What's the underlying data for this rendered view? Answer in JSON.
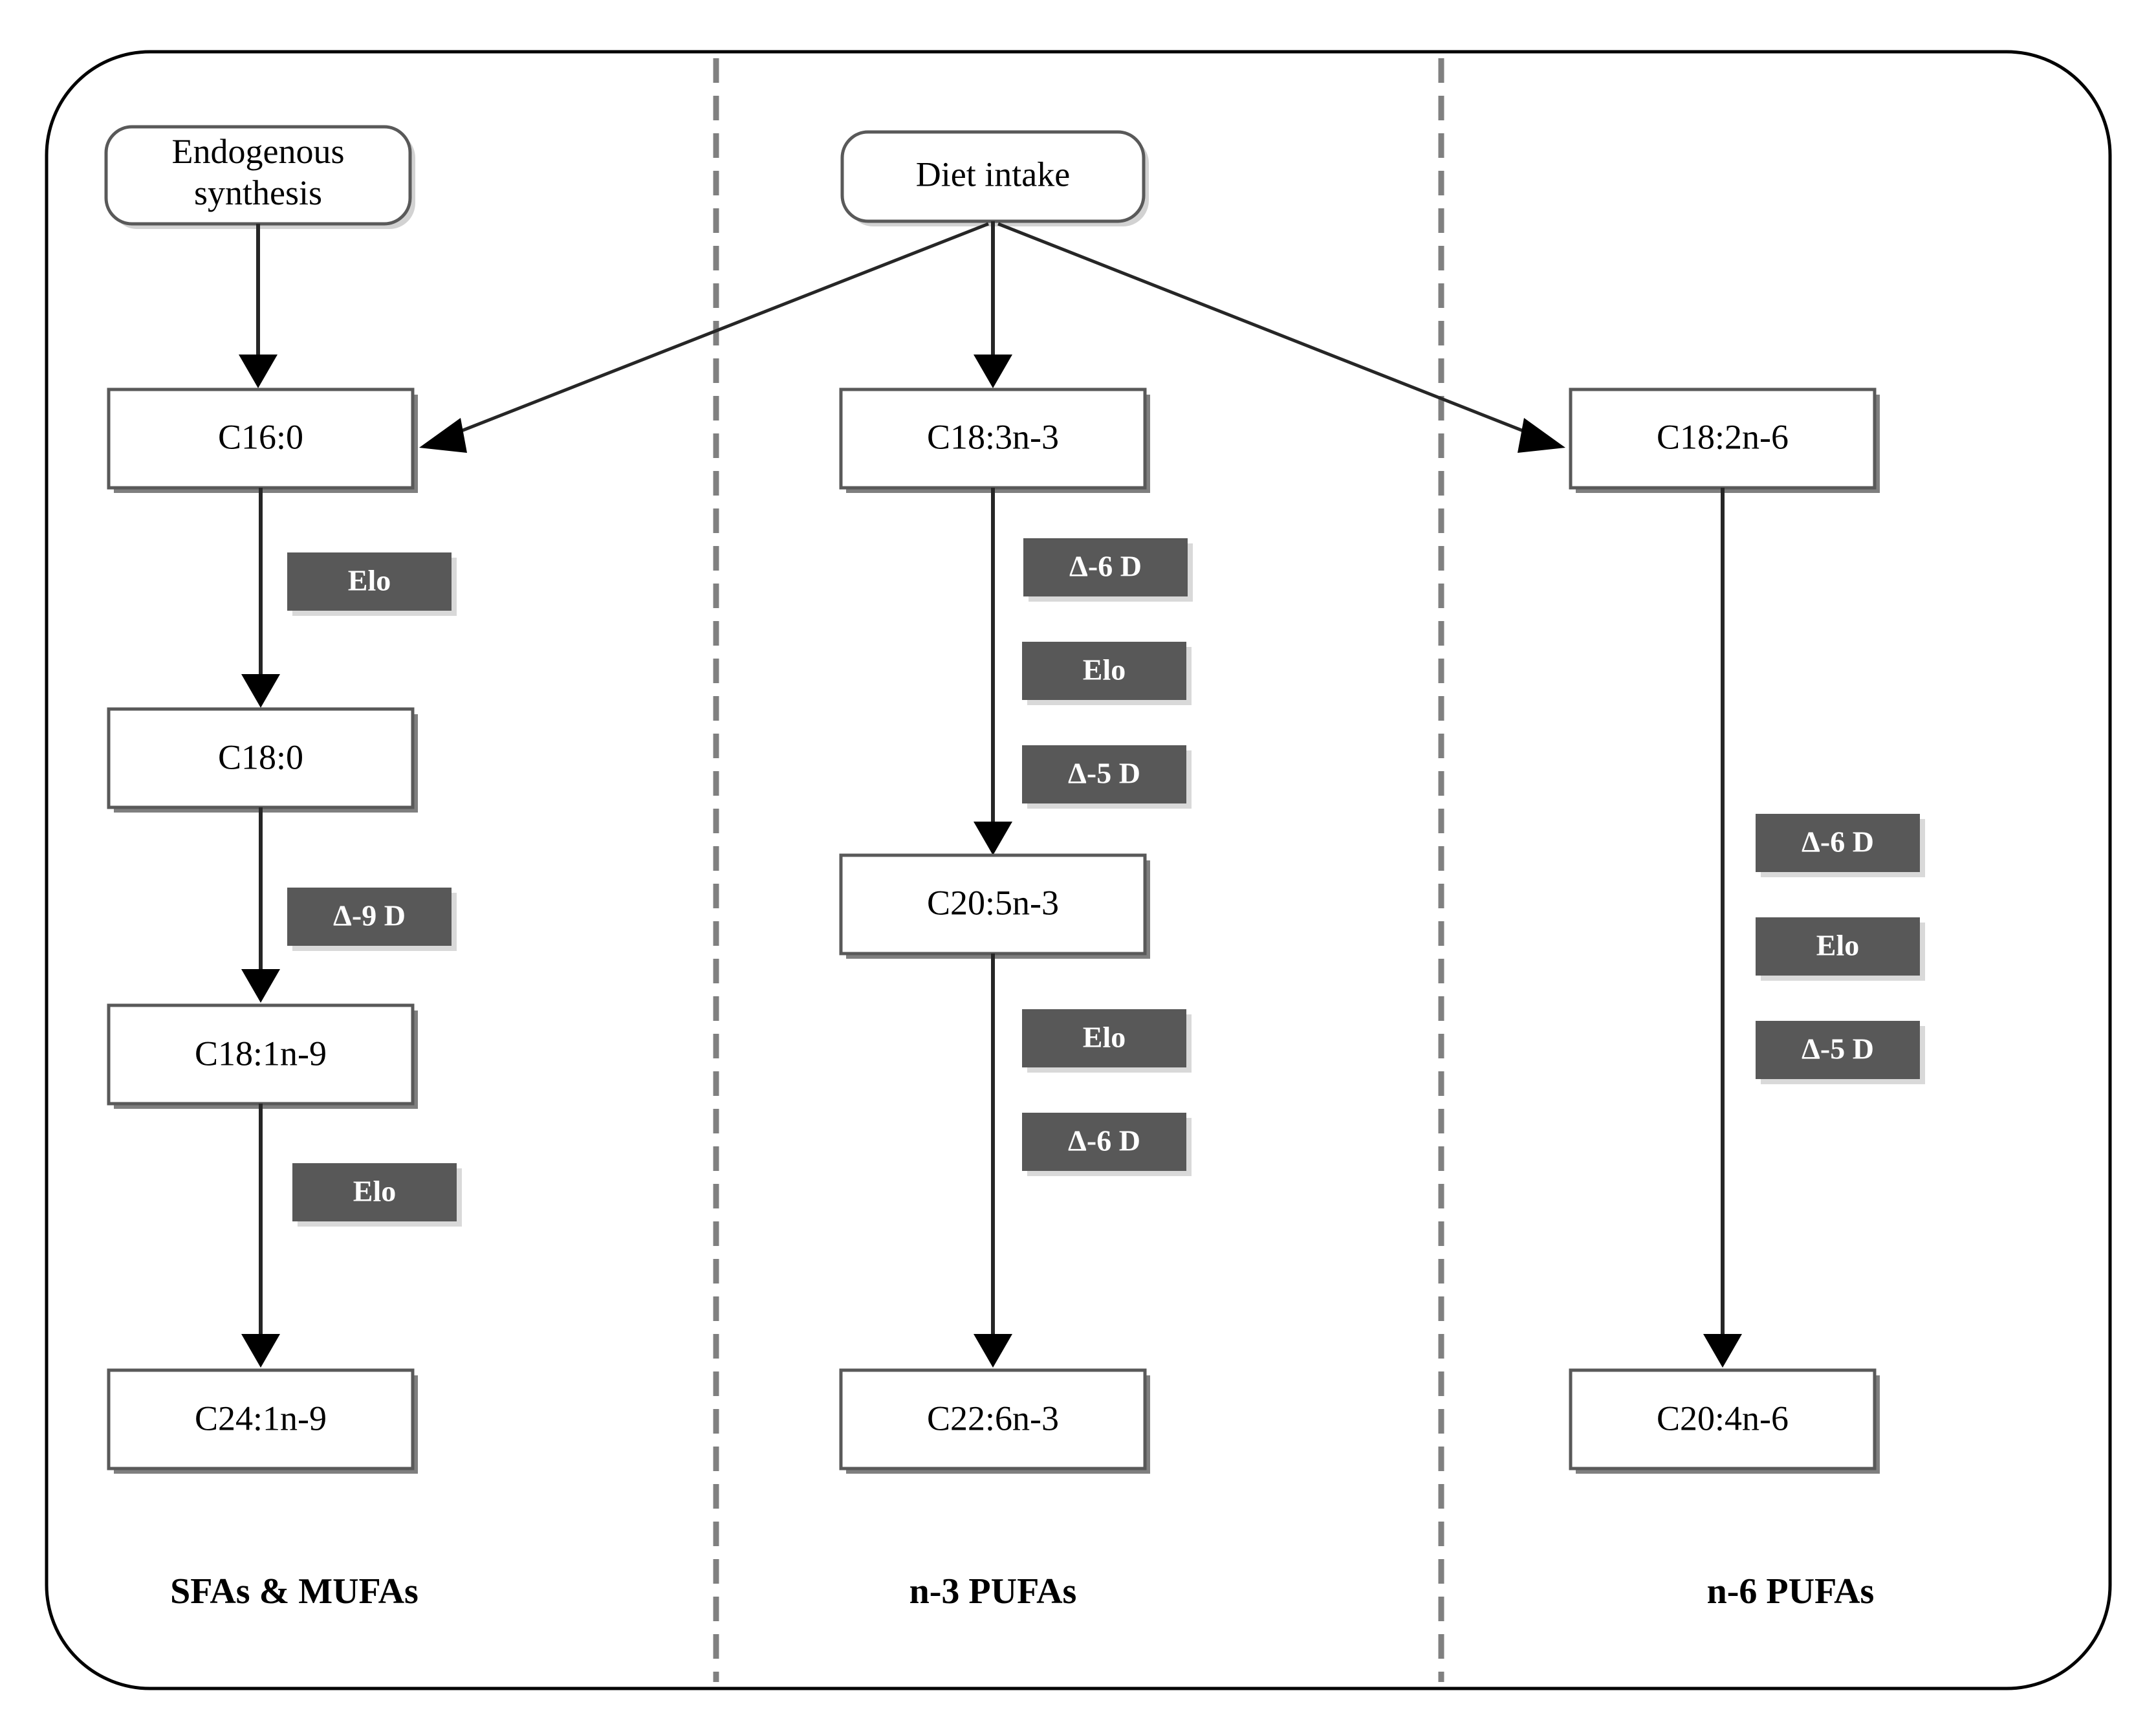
{
  "figure": {
    "type": "flow-diagram",
    "title_visible": false,
    "outer_border": "rounded-rectangle",
    "divider_style": "dashed-vertical",
    "colors": {
      "node_stroke": "#595959",
      "node_fill": "#ffffff",
      "badge_fill": "#585858",
      "badge_text": "#ffffff",
      "arrow": "#000000",
      "divider": "#808080",
      "frame": "#000000"
    }
  },
  "sources": {
    "endogenous": {
      "label_line1": "Endogenous",
      "label_line2": "synthesis",
      "shape": "rounded"
    },
    "diet": {
      "label": "Diet intake",
      "shape": "rounded"
    }
  },
  "columns": [
    {
      "id": "sfa-mufa",
      "group_label": "SFAs & MUFAs",
      "nodes": [
        {
          "id": "c16-0",
          "label": "C16:0"
        },
        {
          "id": "c18-0",
          "label": "C18:0"
        },
        {
          "id": "c18-1n9",
          "label": "C18:1n-9"
        },
        {
          "id": "c24-1n9",
          "label": "C24:1n-9"
        }
      ],
      "steps": [
        {
          "from": "c16-0",
          "to": "c18-0",
          "enzymes": [
            "Elo"
          ]
        },
        {
          "from": "c18-0",
          "to": "c18-1n9",
          "enzymes": [
            "Δ-9 D"
          ]
        },
        {
          "from": "c18-1n9",
          "to": "c24-1n9",
          "enzymes": [
            "Elo"
          ]
        }
      ]
    },
    {
      "id": "n3-pufa",
      "group_label": "n-3 PUFAs",
      "nodes": [
        {
          "id": "c18-3n3",
          "label": "C18:3n-3"
        },
        {
          "id": "c20-5n3",
          "label": "C20:5n-3"
        },
        {
          "id": "c22-6n3",
          "label": "C22:6n-3"
        }
      ],
      "steps": [
        {
          "from": "c18-3n3",
          "to": "c20-5n3",
          "enzymes": [
            "Δ-6 D",
            "Elo",
            "Δ-5 D"
          ]
        },
        {
          "from": "c20-5n3",
          "to": "c22-6n3",
          "enzymes": [
            "Elo",
            "Δ-6 D"
          ]
        }
      ]
    },
    {
      "id": "n6-pufa",
      "group_label": "n-6 PUFAs",
      "nodes": [
        {
          "id": "c18-2n6",
          "label": "C18:2n-6"
        },
        {
          "id": "c20-4n6",
          "label": "C20:4n-6"
        }
      ],
      "steps": [
        {
          "from": "c18-2n6",
          "to": "c20-4n6",
          "enzymes": [
            "Δ-6 D",
            "Elo",
            "Δ-5 D"
          ]
        }
      ]
    }
  ],
  "labels": {
    "endo_l1": "Endogenous",
    "endo_l2": "synthesis",
    "diet": "Diet intake",
    "c16_0": "C16:0",
    "c18_0": "C18:0",
    "c18_1n9": "C18:1n-9",
    "c24_1n9": "C24:1n-9",
    "c18_3n3": "C18:3n-3",
    "c20_5n3": "C20:5n-3",
    "c22_6n3": "C22:6n-3",
    "c18_2n6": "C18:2n-6",
    "c20_4n6": "C20:4n-6",
    "elo_l1": "Elo",
    "d9_l": "Δ-9 D",
    "elo_l2": "Elo",
    "d6_m1": "Δ-6 D",
    "elo_m1": "Elo",
    "d5_m1": "Δ-5 D",
    "elo_m2": "Elo",
    "d6_m2": "Δ-6 D",
    "d6_r1": "Δ-6 D",
    "elo_r1": "Elo",
    "d5_r1": "Δ-5 D",
    "group_sfa": "SFAs & MUFAs",
    "group_n3": "n-3 PUFAs",
    "group_n6": "n-6 PUFAs"
  }
}
